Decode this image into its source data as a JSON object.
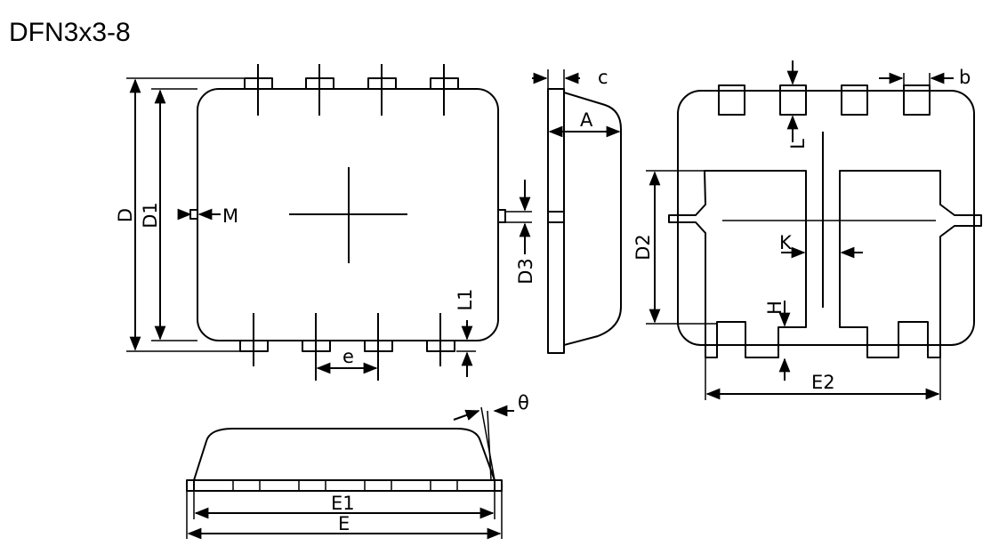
{
  "title": "DFN3x3-8",
  "labels": {
    "D": "D",
    "D1": "D1",
    "M": "M",
    "D3": "D3",
    "L1": "L1",
    "e": "e",
    "c": "c",
    "A": "A",
    "b": "b",
    "L": "L",
    "D2": "D2",
    "K": "K",
    "H": "H",
    "E2": "E2",
    "theta": "θ",
    "E1": "E1",
    "E": "E"
  }
}
